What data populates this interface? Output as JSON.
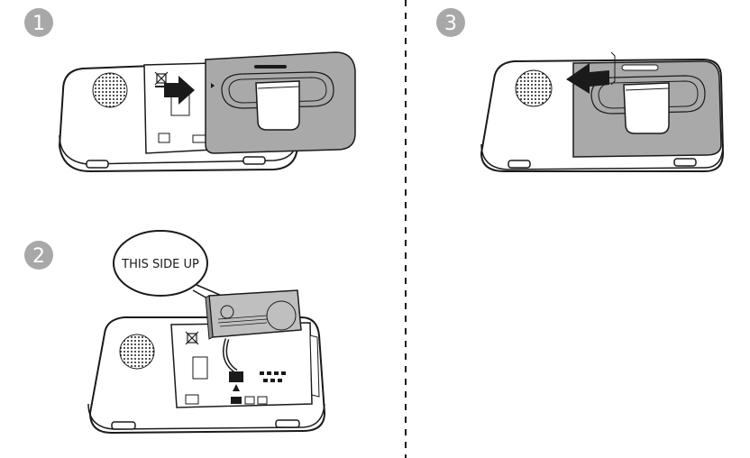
{
  "steps": [
    {
      "number": "1"
    },
    {
      "number": "2",
      "callout": "THIS SIDE UP"
    },
    {
      "number": "3"
    }
  ],
  "colors": {
    "badge": "#a8a8a8",
    "outline": "#1a1a1a",
    "cover_fill": "#a9a9a9",
    "battery_fill": "#bfbfbf",
    "handset_fill": "#ffffff",
    "divider": "#1a1a1a"
  },
  "icons": [
    "speaker-grille-icon",
    "recycle-bin-icon",
    "slide-arrow-icon",
    "belt-clip-icon",
    "battery-connector-icon"
  ]
}
